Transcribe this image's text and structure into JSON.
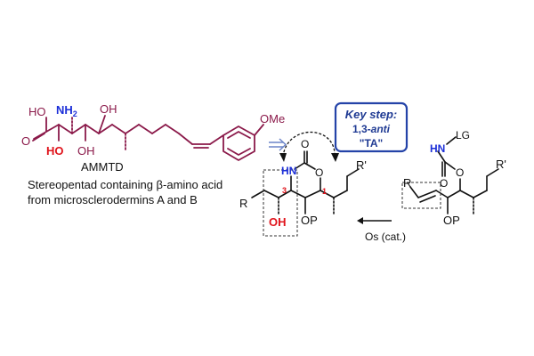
{
  "colors": {
    "bond_main": "#8b1a4a",
    "bond_black": "#111111",
    "red": "#e0141c",
    "blue": "#1c2fd8",
    "key_border": "#2443a8",
    "key_text": "#1f3a93",
    "arrow_blue": "#6b84c8"
  },
  "ammtd": {
    "ho_top": "HO",
    "o_carbonyl": "O",
    "nh2": "NH",
    "nh2_sub": "2",
    "oh_top": "OH",
    "oh_red": "HO",
    "oh_bottom": "OH",
    "ome": "OMe",
    "name": "AMMTD",
    "caption_line1": "Stereopentad containing β-amino acid",
    "caption_line2": "from microsclerodermins A and B"
  },
  "key_step": {
    "line1": "Key step:",
    "line2_num": "1,3-",
    "line2_italic": "anti",
    "line3": "\"TA\""
  },
  "product": {
    "hn": "HN",
    "o_carbonyl": "O",
    "o_ring": "O",
    "r_left": "R",
    "r_prime": "R'",
    "oh": "OH",
    "op": "OP",
    "label_3": "3",
    "label_1": "1"
  },
  "reagent": {
    "label": "Os (cat.)"
  },
  "substrate": {
    "hn": "HN",
    "lg": "LG",
    "o_carbonyl": "O",
    "o_ester": "O",
    "r_left": "R",
    "r_prime": "R'",
    "op": "OP"
  },
  "icons": {
    "retro_arrow": "retrosynthesis-arrow-icon",
    "reaction_arrow": "reaction-arrow-icon",
    "mechanism_arrow": "curved-arrow-icon"
  }
}
